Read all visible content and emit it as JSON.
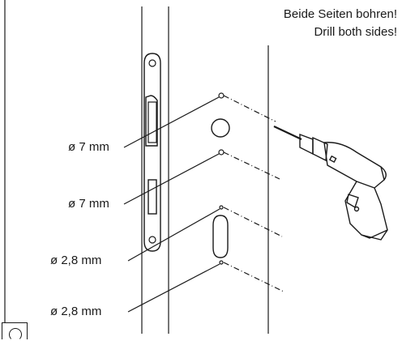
{
  "instruction": {
    "line_de": "Beide Seiten bohren!",
    "line_en": "Drill both sides!"
  },
  "holes": [
    {
      "label": "ø 7 mm"
    },
    {
      "label": "ø 7 mm"
    },
    {
      "label": "ø 2,8 mm"
    },
    {
      "label": "ø 2,8 mm"
    }
  ]
}
